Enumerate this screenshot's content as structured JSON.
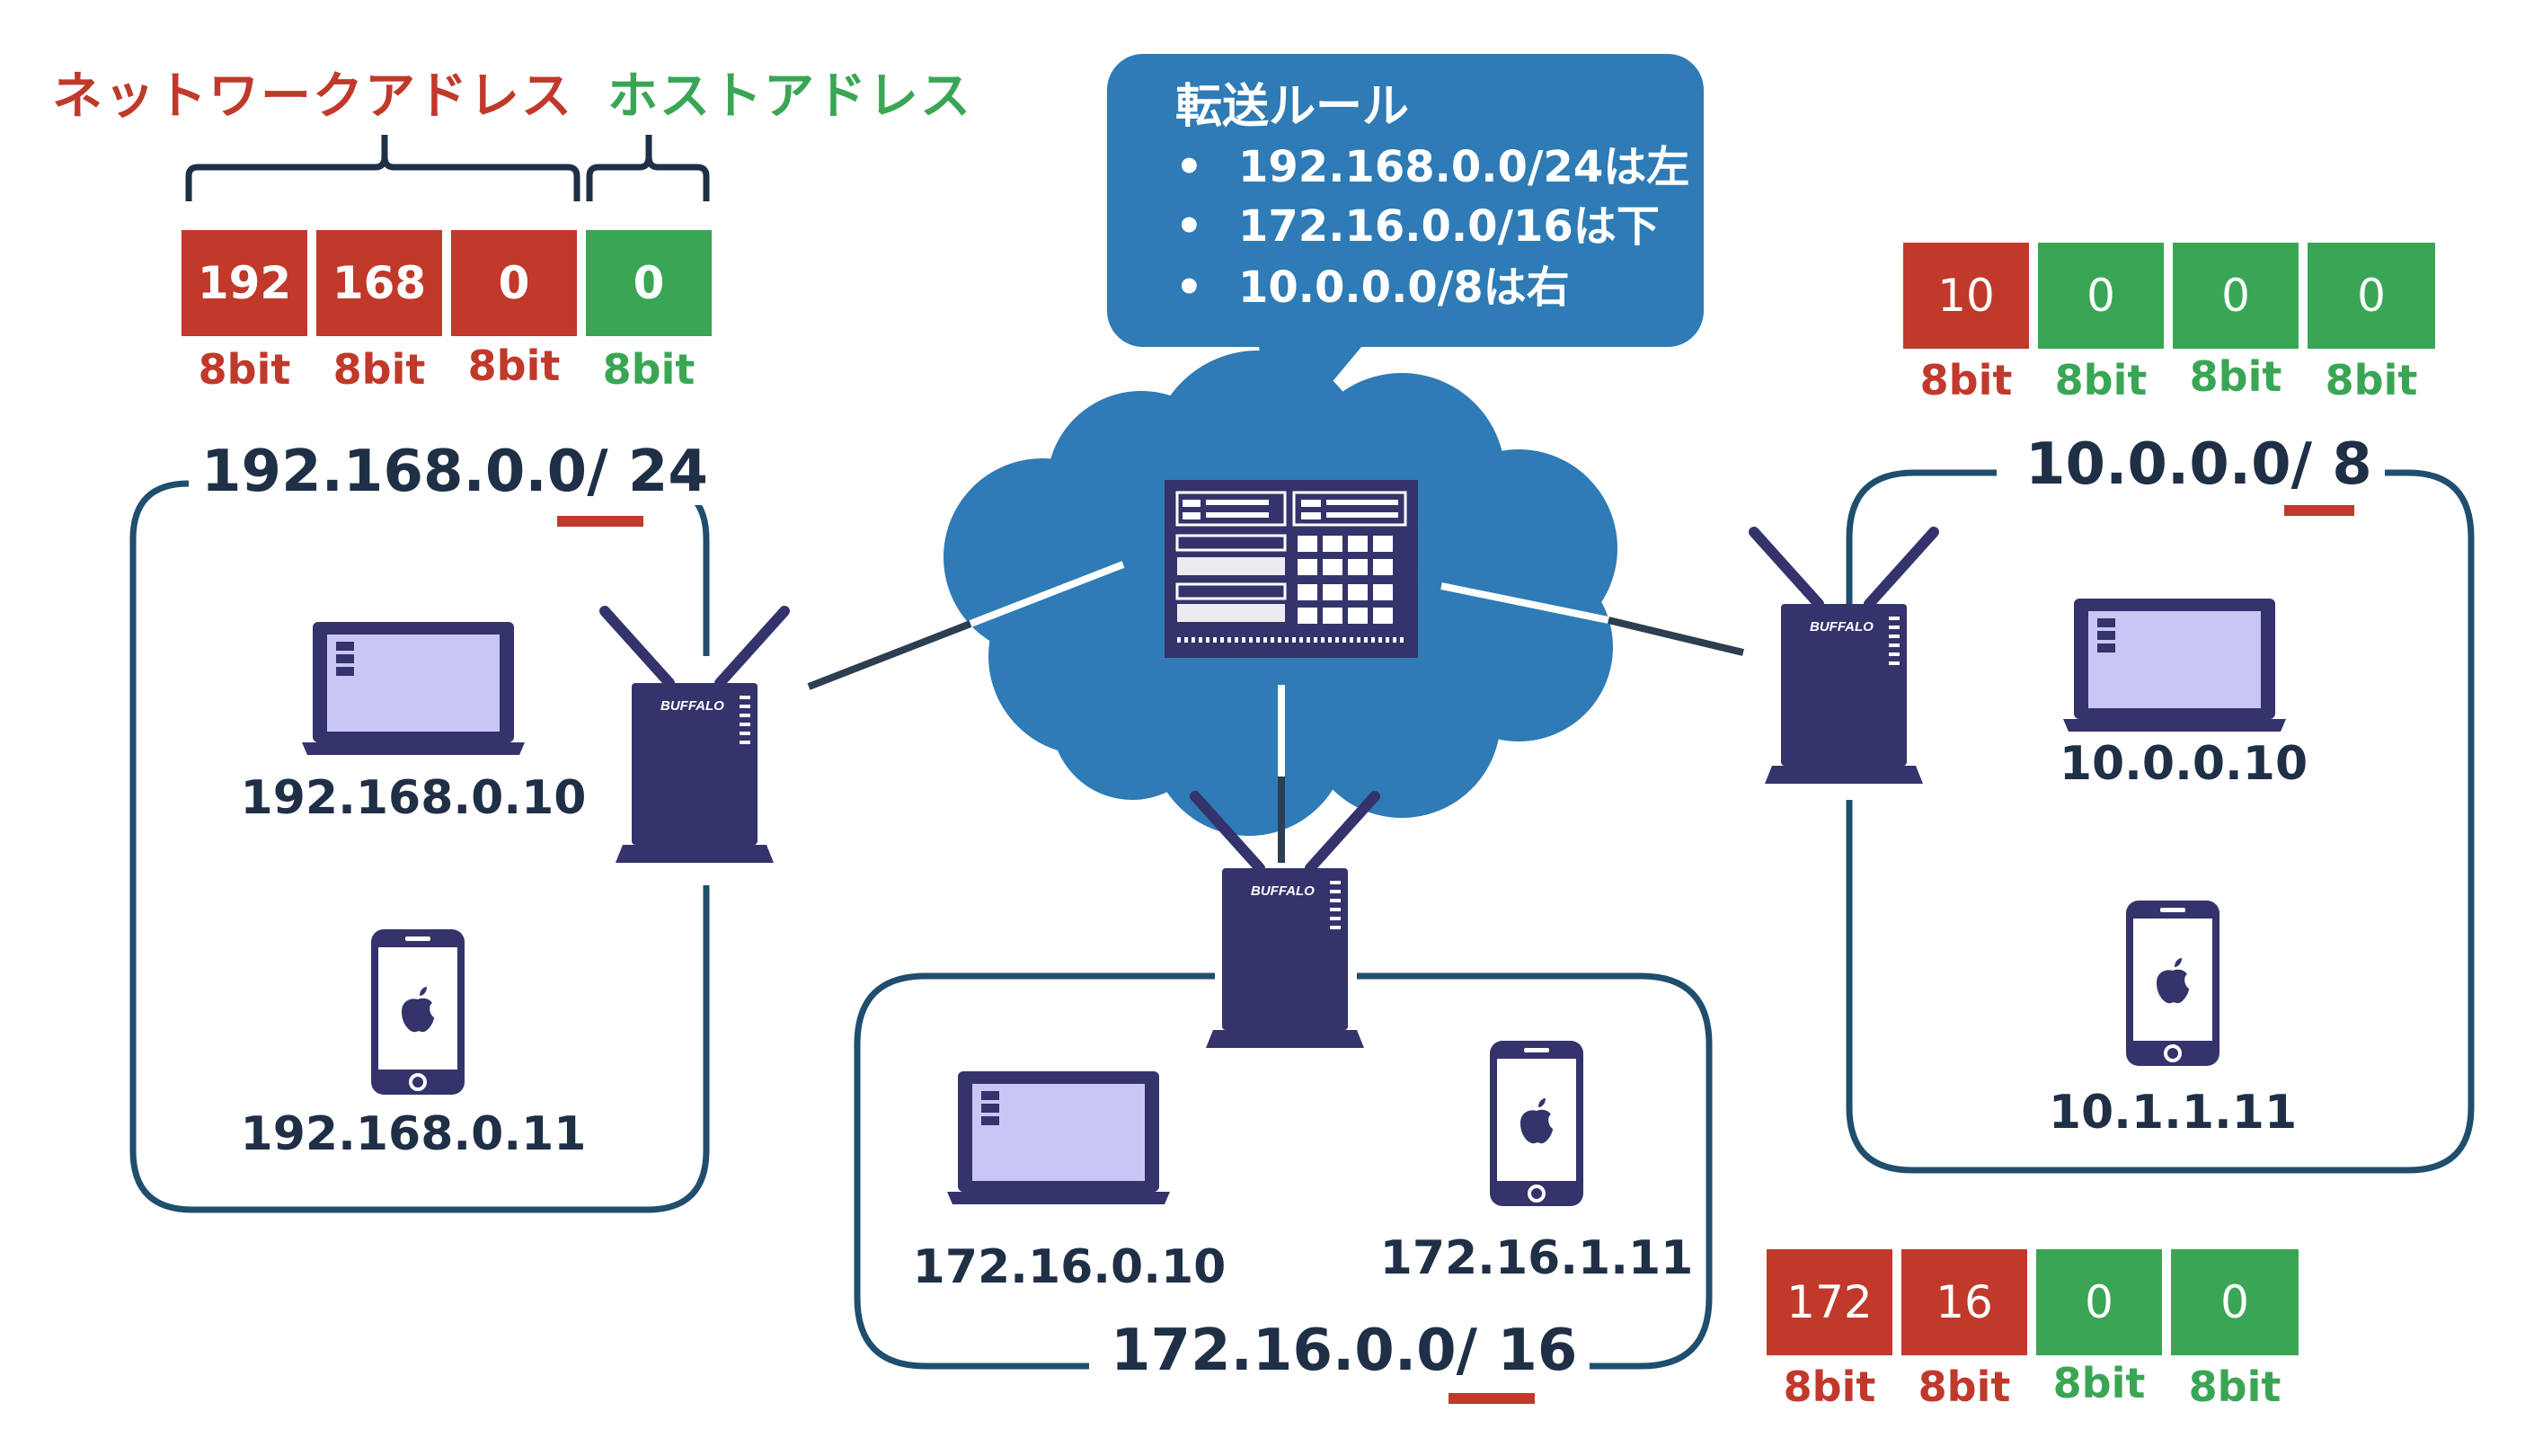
{
  "legend": {
    "network_label": "ネットワークアドレス",
    "host_label": "ホストアドレス"
  },
  "bubble": {
    "title": "転送ルール",
    "rules": [
      "192.168.0.0/24は左",
      "172.16.0.0/16は下",
      "10.0.0.0/8は右"
    ]
  },
  "networks": {
    "left": {
      "title": "192.168.0.0/",
      "prefix": "24",
      "octets": [
        "192",
        "168",
        "0",
        "0"
      ],
      "octet_kinds": [
        "network",
        "network",
        "network",
        "host"
      ],
      "bits": [
        "8bit",
        "8bit",
        "8bit",
        "8bit"
      ],
      "devices": {
        "laptop_ip": "192.168.0.10",
        "phone_ip": "192.168.0.11"
      }
    },
    "right": {
      "title": "10.0.0.0/",
      "prefix": "8",
      "octets": [
        "10",
        "0",
        "0",
        "0"
      ],
      "octet_kinds": [
        "network",
        "host",
        "host",
        "host"
      ],
      "bits": [
        "8bit",
        "8bit",
        "8bit",
        "8bit"
      ],
      "devices": {
        "laptop_ip": "10.0.0.10",
        "phone_ip": "10.1.1.11"
      }
    },
    "bottom": {
      "title": "172.16.0.0/",
      "prefix": "16",
      "octets": [
        "172",
        "16",
        "0",
        "0"
      ],
      "octet_kinds": [
        "network",
        "network",
        "host",
        "host"
      ],
      "bits": [
        "8bit",
        "8bit",
        "8bit",
        "8bit"
      ],
      "devices": {
        "laptop_ip": "172.16.0.10",
        "phone_ip": "172.16.1.11"
      }
    }
  },
  "router_brand": "BUFFALO",
  "colors": {
    "network": "#c0392b",
    "host": "#3aa655",
    "cloud": "#2e7bb6",
    "router": "#35336b",
    "outline": "#1f4e6e",
    "text": "#1f2f46"
  },
  "icons": [
    "laptop-icon",
    "smartphone-icon",
    "apple-logo-icon",
    "wireless-router-icon",
    "server-rack-icon",
    "cloud-icon",
    "brace-icon"
  ]
}
